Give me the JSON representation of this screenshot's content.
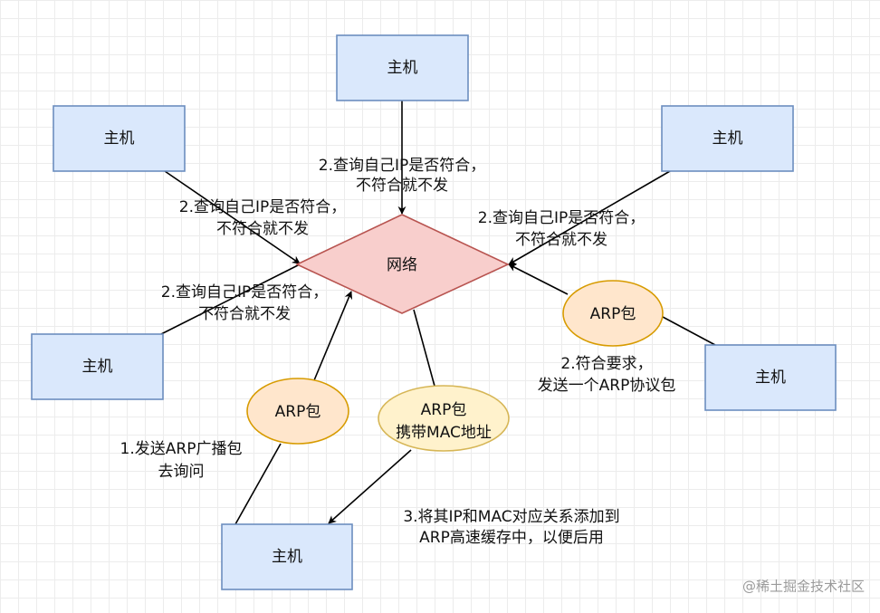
{
  "diagram": {
    "host_label": "主机",
    "network_label": "网络",
    "arp_packet_label": "ARP包",
    "arp_mac_packet": [
      "ARP包",
      "携带MAC地址"
    ],
    "query_label": [
      "2.查询自己IP是否符合，",
      "不符合就不发"
    ],
    "send_broadcast_label": [
      "1.发送ARP广播包",
      "去询问"
    ],
    "reply_label": [
      "2.符合要求，",
      "发送一个ARP协议包"
    ],
    "cache_label": [
      "3.将其IP和MAC对应关系添加到",
      "ARP高速缓存中，以便后用"
    ]
  },
  "watermark": "@稀土掘金技术社区",
  "colors": {
    "host_fill": "#dae8fc",
    "host_stroke": "#6c8ebf",
    "network_fill": "#f8cecc",
    "network_stroke": "#b85450",
    "arp_fill": "#ffe6cc",
    "arp_stroke": "#d79b00",
    "arp_mac_fill": "#fff2cc",
    "arp_mac_stroke": "#d6b656"
  }
}
